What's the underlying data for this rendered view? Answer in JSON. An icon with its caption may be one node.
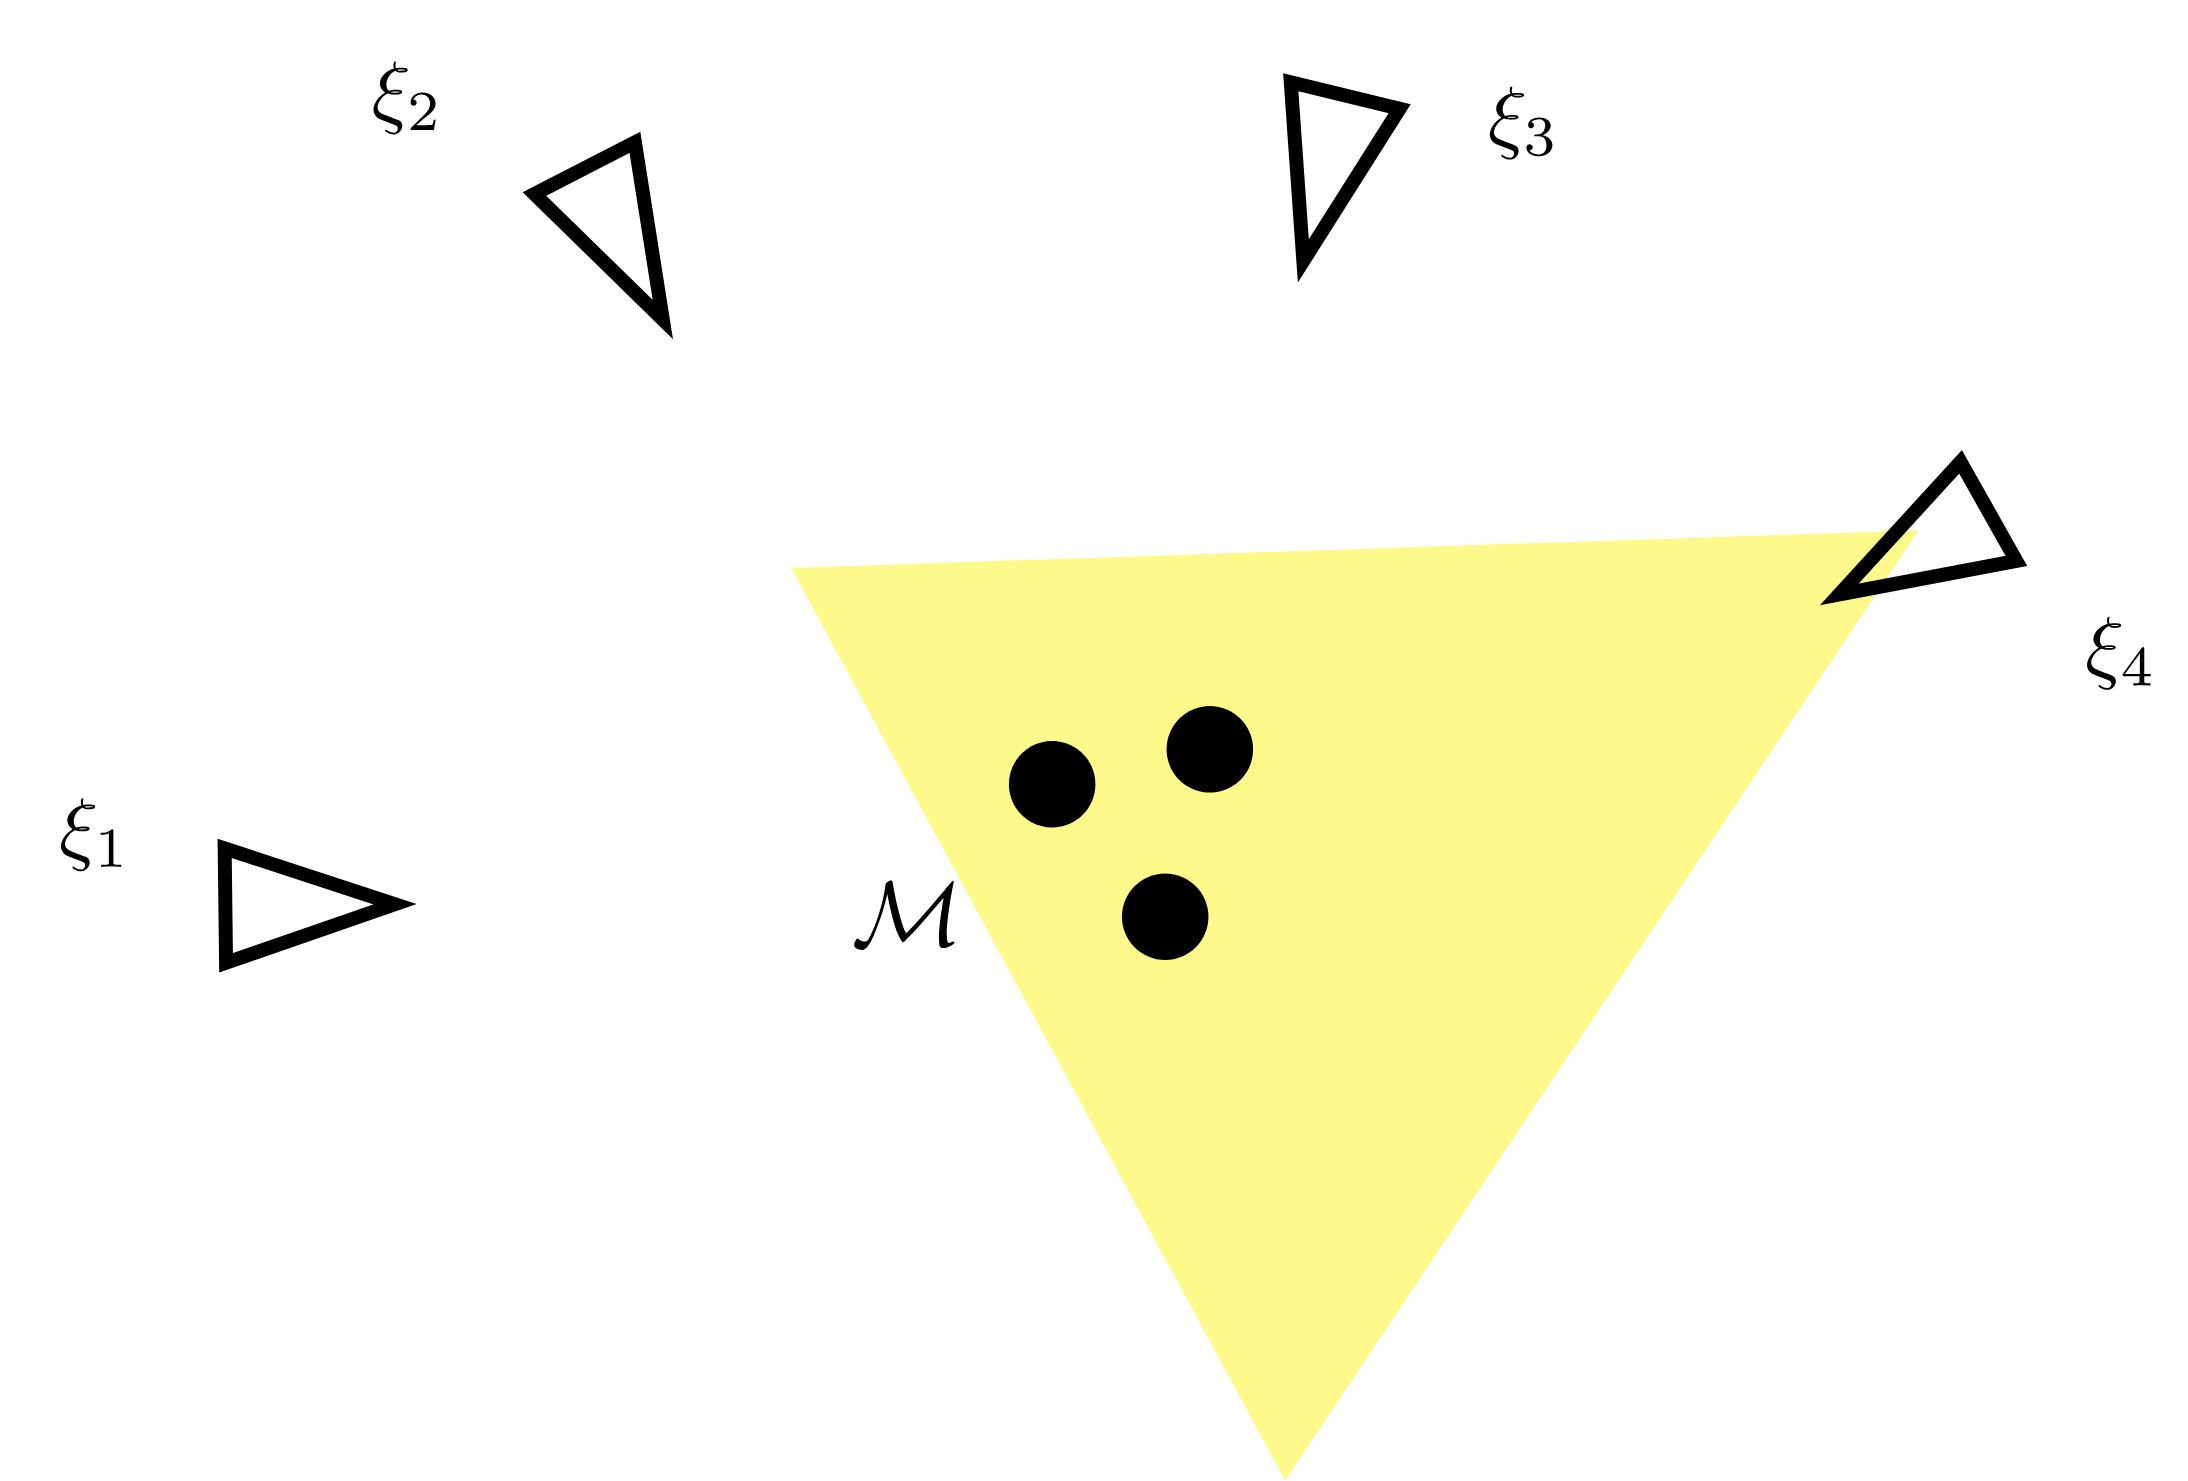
{
  "diagram": {
    "nodes": [
      {
        "text": [
          "\\xi_1"
        ]
      },
      {
        "text": [
          "\\xi_2"
        ]
      },
      {
        "text": [
          "\\xi_3"
        ]
      },
      {
        "text": [
          "\\xi_4"
        ]
      },
      {
        "text": [
          "\\mathcal{M}"
        ]
      },
      {
        "text": [],
        "shape": "circle",
        "in": 4
      },
      {
        "text": [],
        "shape": "circle",
        "in": 4
      },
      {
        "text": [],
        "shape": "circle",
        "in": 4
      }
    ],
    "edges": []
  }
}
